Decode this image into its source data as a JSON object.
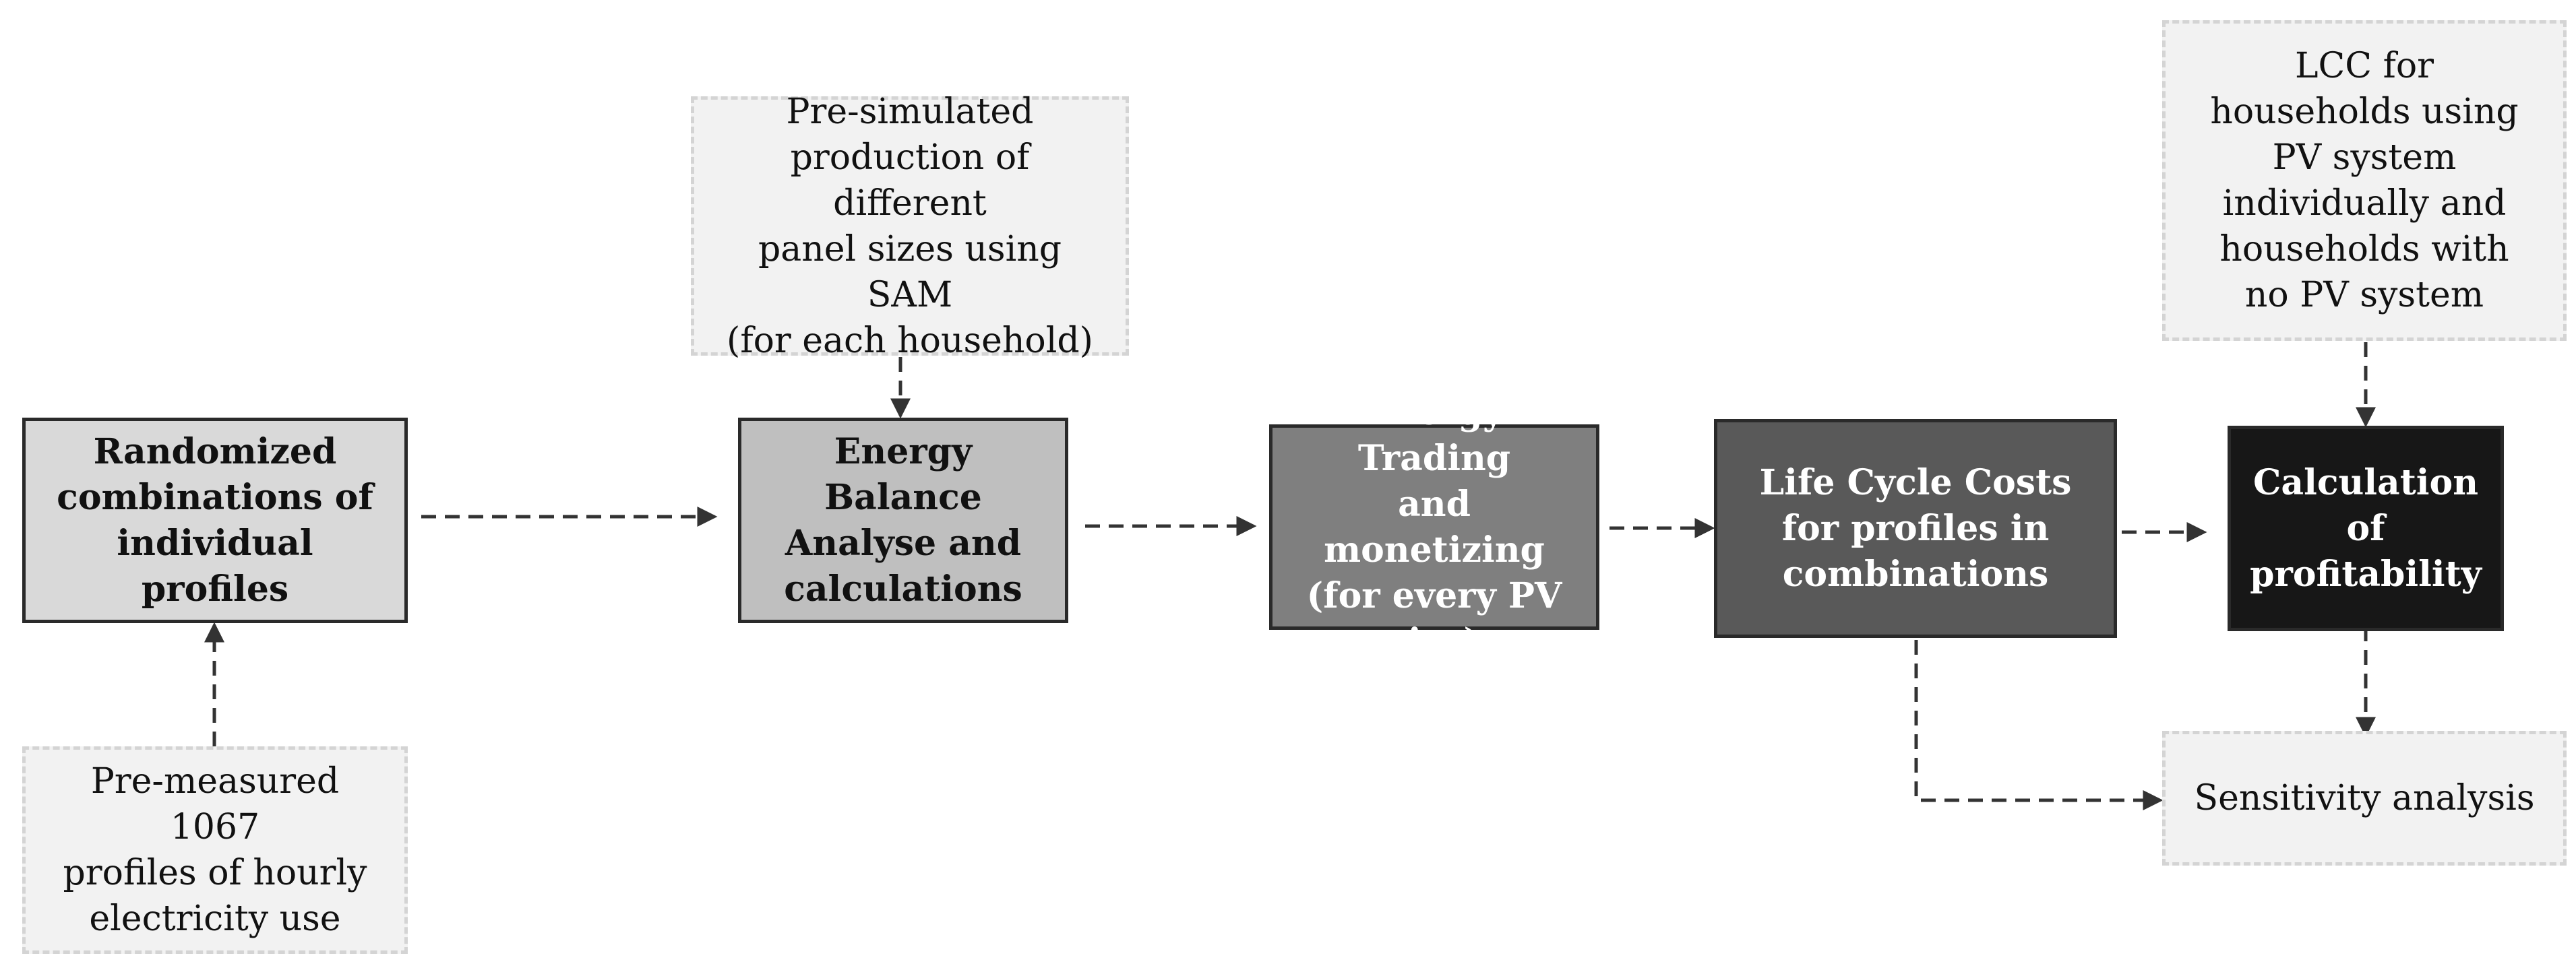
{
  "diagram": {
    "nodes": {
      "randomized": {
        "label": "Randomized\ncombinations of\nindividual profiles",
        "fill": "#d9d9d9",
        "text_color": "#111111"
      },
      "pre_measured": {
        "label": "Pre-measured 1067\nprofiles of hourly\nelectricity use"
      },
      "pre_simulated": {
        "label": "Pre-simulated\nproduction of different\npanel sizes using SAM\n(for each household)"
      },
      "energy_balance": {
        "label": "Energy Balance\nAnalyse and\ncalculations",
        "fill": "#bfbfbf",
        "text_color": "#111111"
      },
      "energy_trading": {
        "label": "Energy Trading\nand monetizing\n(for every PV\nsize)",
        "fill": "#7f7f7f",
        "text_color": "#ffffff"
      },
      "life_cycle": {
        "label": "Life Cycle Costs\nfor profiles in\ncombinations",
        "fill": "#595959",
        "text_color": "#ffffff"
      },
      "profitability": {
        "label": "Calculation\nof\nprofitability",
        "fill": "#171717",
        "text_color": "#ffffff"
      },
      "lcc_households": {
        "label": "LCC for\nhouseholds using\nPV system\nindividually and\nhouseholds with\nno PV system"
      },
      "sensitivity": {
        "label": "Sensitivity analysis"
      }
    },
    "edge_color": "#333333"
  }
}
